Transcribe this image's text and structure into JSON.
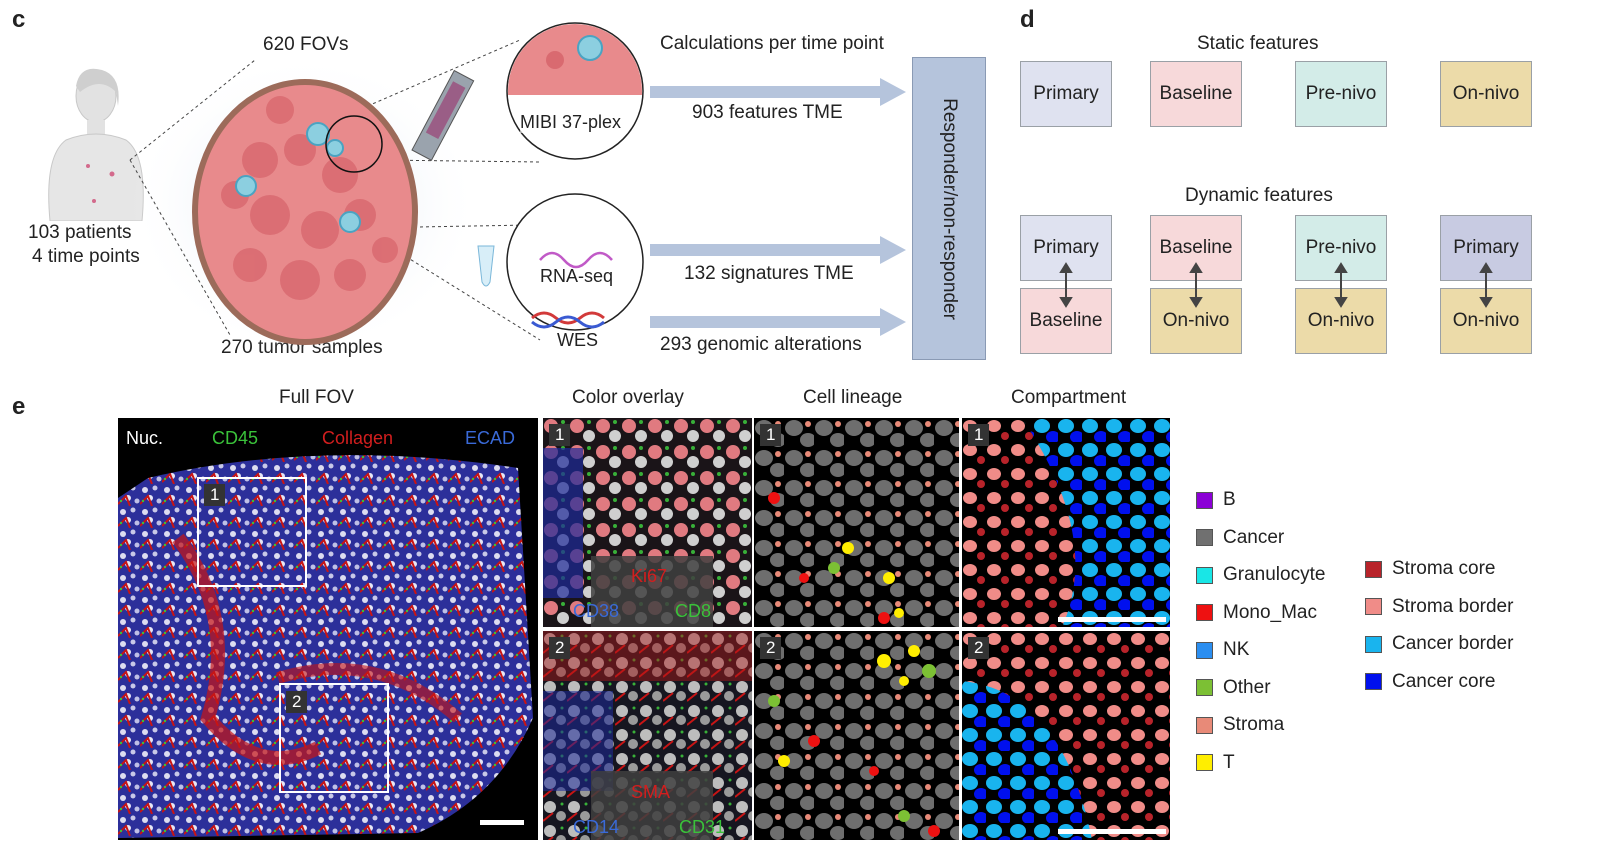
{
  "panel_c": {
    "letter": "c",
    "fovs": "620 FOVs",
    "patients": "103 patients",
    "timepoints": "4 time points",
    "tumor_samples": "270 tumor samples",
    "mibi": "MIBI 37-plex",
    "rnaseq": "RNA-seq",
    "wes": "WES",
    "calc_header": "Calculations per time point",
    "arrow1": "903 features TME",
    "arrow2": "132 signatures TME",
    "arrow3": "293 genomic alterations",
    "outcome": "Responder/non-responder"
  },
  "panel_d": {
    "letter": "d",
    "static_title": "Static features",
    "static_boxes": [
      "Primary",
      "Baseline",
      "Pre-nivo",
      "On-nivo"
    ],
    "dynamic_title": "Dynamic features",
    "dynamic_pairs": [
      {
        "top": "Primary",
        "bottom": "Baseline"
      },
      {
        "top": "Baseline",
        "bottom": "On-nivo"
      },
      {
        "top": "Pre-nivo",
        "bottom": "On-nivo"
      },
      {
        "top": "Primary",
        "bottom": "On-nivo"
      }
    ]
  },
  "panel_e": {
    "letter": "e",
    "col_titles": [
      "Full FOV",
      "Color overlay",
      "Cell lineage",
      "Compartment"
    ],
    "fov_channels": [
      "Nuc.",
      "CD45",
      "Collagen",
      "ECAD"
    ],
    "roi_labels": [
      "1",
      "2"
    ],
    "overlay1_channels": [
      "Ki67",
      "CD38",
      "CD8"
    ],
    "overlay2_channels": [
      "SMA",
      "CD14",
      "CD31"
    ],
    "lineage_legend": [
      {
        "label": "B",
        "color": "#8b00d6"
      },
      {
        "label": "Cancer",
        "color": "#707070"
      },
      {
        "label": "Granulocyte",
        "color": "#19e6e6"
      },
      {
        "label": "Mono_Mac",
        "color": "#ee1111"
      },
      {
        "label": "NK",
        "color": "#2b8ef0"
      },
      {
        "label": "Other",
        "color": "#7cc034"
      },
      {
        "label": "Stroma",
        "color": "#e88a78"
      },
      {
        "label": "T",
        "color": "#ffee00"
      }
    ],
    "compartment_legend": [
      {
        "label": "Stroma core",
        "color": "#b8232a"
      },
      {
        "label": "Stroma border",
        "color": "#f08c88"
      },
      {
        "label": "Cancer border",
        "color": "#19b4ee"
      },
      {
        "label": "Cancer core",
        "color": "#0010ee"
      }
    ]
  }
}
